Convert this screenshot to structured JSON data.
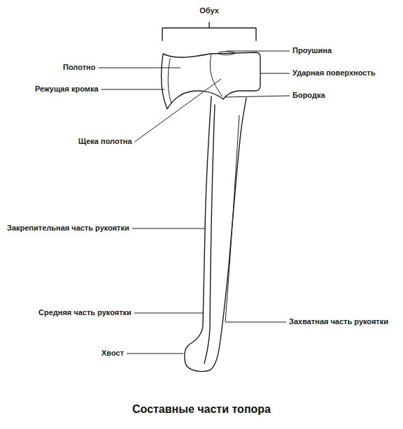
{
  "diagram": {
    "caption": "Составные части топора",
    "labels": [
      "Обух",
      "Проушина",
      "Полотно",
      "Ударная поверхность",
      "Режущая кромка",
      "Бородка",
      "Щека полотна",
      "Закрепительная часть рукоятки",
      "Средняя часть рукоятки",
      "Захватная часть рукоятки",
      "Хвост"
    ]
  }
}
